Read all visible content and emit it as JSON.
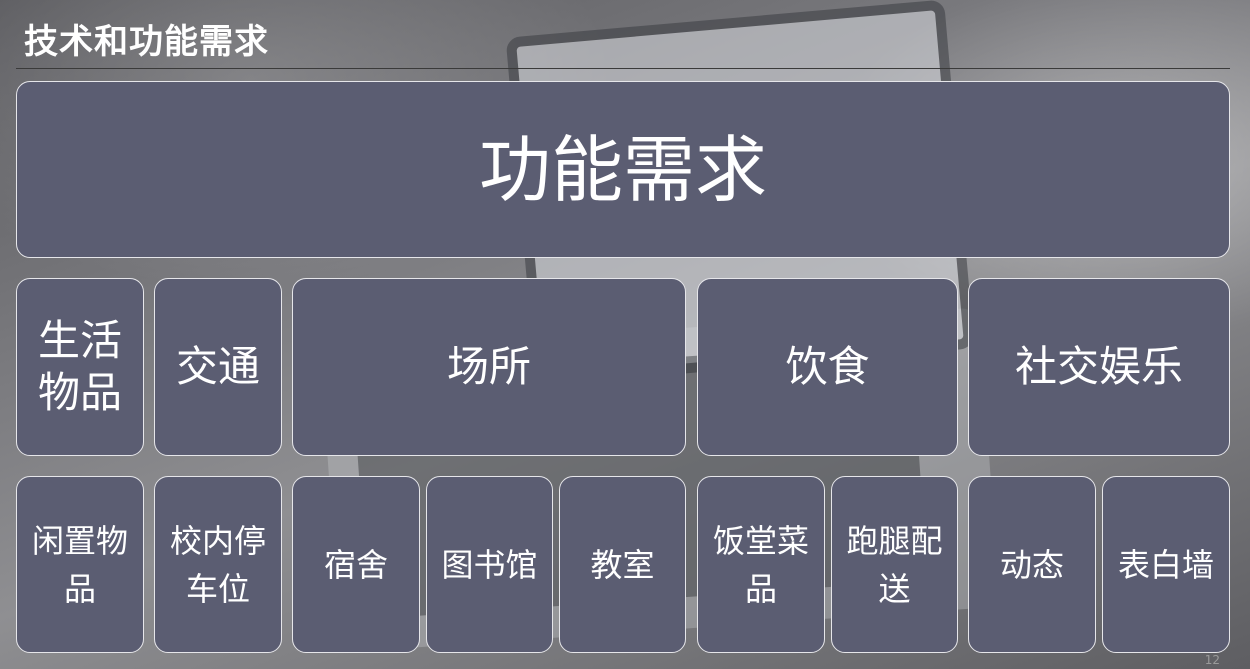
{
  "title": "技术和功能需求",
  "root": "功能需求",
  "categories": [
    {
      "label": "生活物品",
      "lines": [
        "生活",
        "物品"
      ]
    },
    {
      "label": "交通"
    },
    {
      "label": "场所"
    },
    {
      "label": "饮食"
    },
    {
      "label": "社交娱乐"
    }
  ],
  "items": [
    {
      "lines": [
        "闲置物",
        "品"
      ]
    },
    {
      "lines": [
        "校内停",
        "车位"
      ]
    },
    {
      "lines": [
        "宿舍"
      ]
    },
    {
      "lines": [
        "图书馆"
      ]
    },
    {
      "lines": [
        "教室"
      ]
    },
    {
      "lines": [
        "饭堂菜",
        "品"
      ]
    },
    {
      "lines": [
        "跑腿配",
        "送"
      ]
    },
    {
      "lines": [
        "动态"
      ]
    },
    {
      "lines": [
        "表白墙"
      ]
    }
  ],
  "page_number": "12"
}
